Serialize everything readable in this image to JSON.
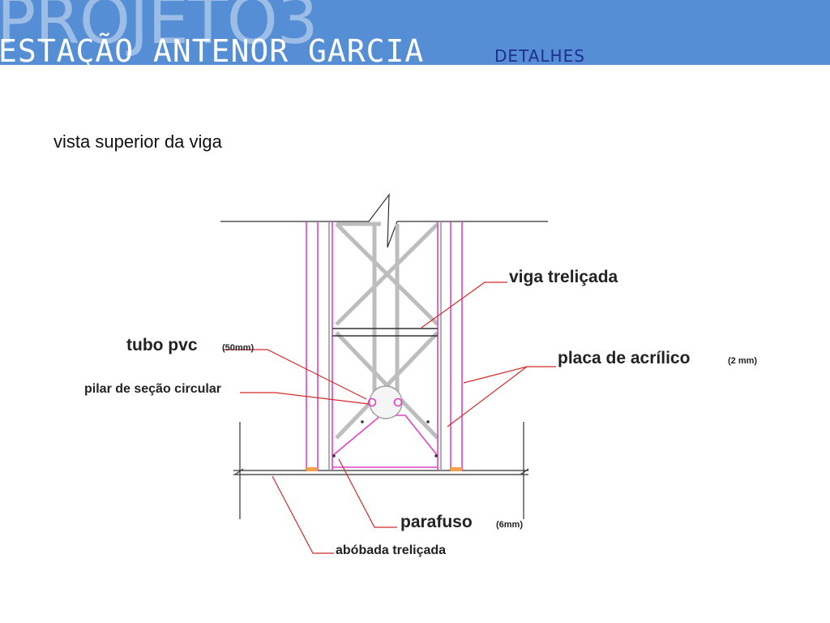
{
  "header": {
    "bg_title": "PROJETO3",
    "main_title": "ESTAÇÃO  ANTENOR  GARCIA",
    "sub_title": "DETALHES",
    "color": "#558ed5"
  },
  "caption": "vista superior da viga",
  "labels": {
    "viga": "viga treliçada",
    "tubo": "tubo pvc",
    "tubo_unit": "(50mm)",
    "pilar": "pilar de seção circular",
    "placa": "placa de acrílico",
    "placa_unit": "(2 mm)",
    "parafuso": "parafuso",
    "parafuso_unit": "(6mm)",
    "abobada": "abóbada treliçada"
  },
  "colors": {
    "leader": "#d42a2a",
    "magenta": "#e040c8",
    "truss": "#b8b8b8",
    "line": "#333333"
  }
}
